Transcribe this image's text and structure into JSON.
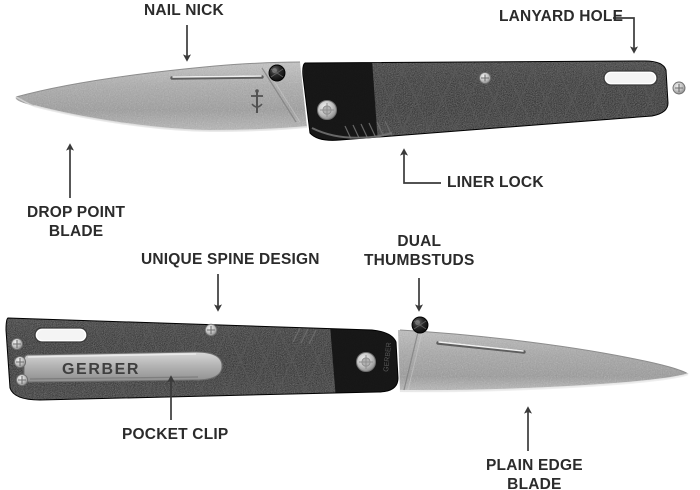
{
  "diagram": {
    "title": "Gerber folding knife annotated parts diagram",
    "product_brand": "GERBER",
    "background_color": "#ffffff",
    "label_color": "#2b2b2b",
    "arrow_color": "#3a3a3a",
    "blade_color": "#a8a8a8",
    "handle_color": "#1c1c1c",
    "hardware_color": "#c9c9c9"
  },
  "callouts": [
    {
      "id": "nail-nick",
      "label": "NAIL NICK",
      "arrow": "straight-down"
    },
    {
      "id": "lanyard-hole",
      "label": "LANYARD HOLE",
      "arrow": "elbow-right-down"
    },
    {
      "id": "drop-point",
      "label": "DROP POINT\nBLADE",
      "arrow": "straight-up"
    },
    {
      "id": "liner-lock",
      "label": "LINER LOCK",
      "arrow": "elbow-left-up"
    },
    {
      "id": "spine-design",
      "label": "UNIQUE SPINE DESIGN",
      "arrow": "straight-down"
    },
    {
      "id": "thumbstuds",
      "label": "DUAL\nTHUMBSTUDS",
      "arrow": "straight-down"
    },
    {
      "id": "pocket-clip",
      "label": "POCKET CLIP",
      "arrow": "straight-up"
    },
    {
      "id": "plain-edge",
      "label": "PLAIN EDGE\nBLADE",
      "arrow": "straight-up"
    }
  ],
  "knives": [
    {
      "id": "upper-knife",
      "orientation": "blade-left-handle-right",
      "parts": [
        "drop point blade",
        "nail nick",
        "thumbstud",
        "pivot screw",
        "liner lock",
        "diamond-pattern handle",
        "body screw",
        "lanyard hole",
        "end screw"
      ],
      "logo": "GERBER sword emblem"
    },
    {
      "id": "lower-knife",
      "orientation": "handle-left-blade-right",
      "parts": [
        "lanyard hole",
        "clip screws",
        "pocket clip",
        "diamond-pattern handle",
        "spine screw",
        "pivot screw",
        "thumbstud",
        "plain edge blade"
      ],
      "clip_text": "GERBER"
    }
  ]
}
